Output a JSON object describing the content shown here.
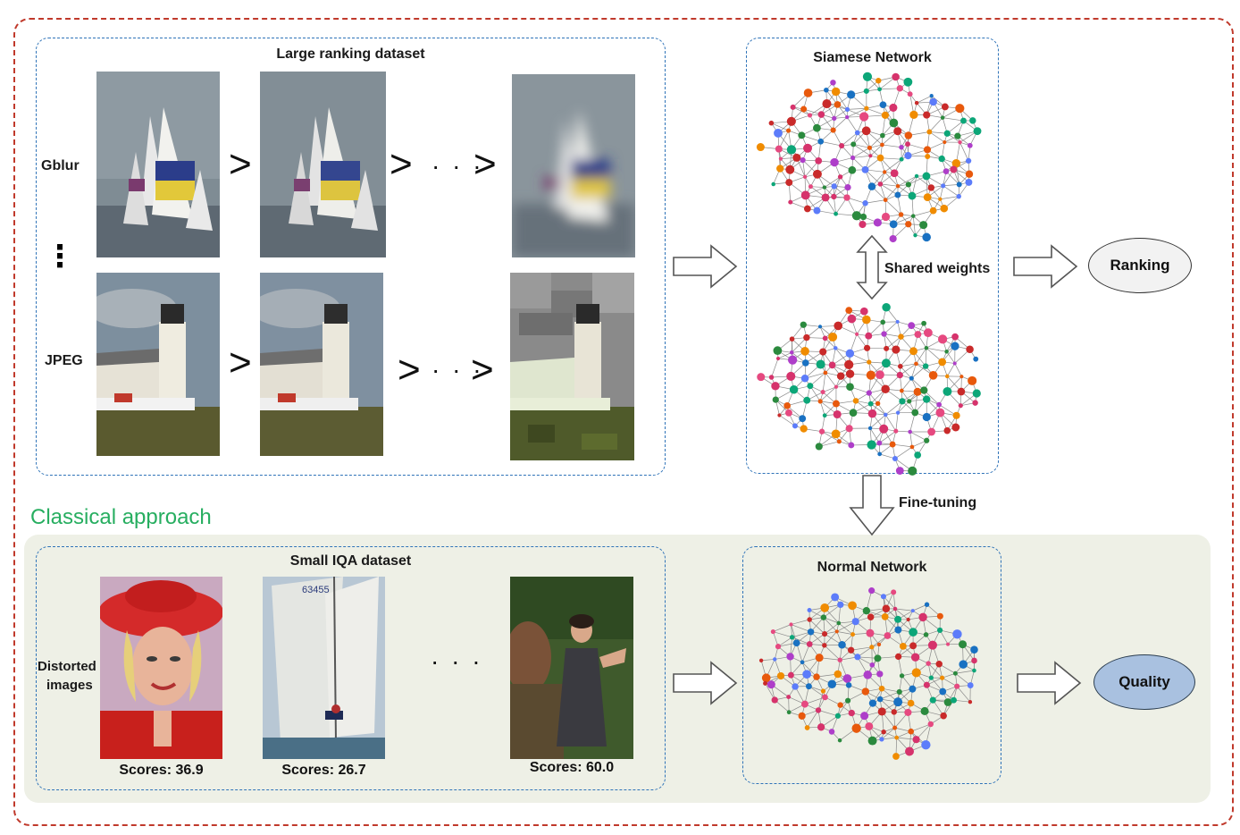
{
  "diagram": {
    "sections": {
      "large_ranking_title": "Large ranking dataset",
      "siamese_title": "Siamese Network",
      "classical_title": "Classical approach",
      "small_iqa_title": "Small IQA dataset",
      "normal_title": "Normal Network"
    },
    "rows": {
      "gblur_label": "Gblur",
      "jpeg_label": "JPEG",
      "vertical_dots": "⋮",
      "distorted_label_line1": "Distorted",
      "distorted_label_line2": "images"
    },
    "operators": {
      "greater": ">",
      "ellipsis": "· · ·"
    },
    "edges": {
      "shared_weights": "Shared weights",
      "fine_tuning": "Fine-tuning"
    },
    "outputs": {
      "ranking": "Ranking",
      "quality": "Quality"
    },
    "scores": [
      "Scores: 36.9",
      "Scores: 26.7",
      "Scores: 60.0"
    ],
    "colors": {
      "outer_border": "#c0392b",
      "inner_border": "#2f73b8",
      "classical_text": "#27ae60",
      "panel_background": "#eef0e6",
      "quality_fill": "#a9c1e0",
      "ranking_fill": "#f2f2f2"
    }
  }
}
